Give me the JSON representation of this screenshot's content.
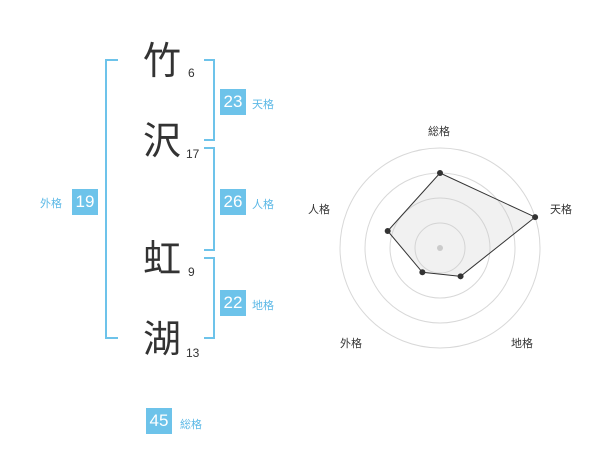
{
  "name": {
    "chars": [
      {
        "char": "竹",
        "strokes": "6"
      },
      {
        "char": "沢",
        "strokes": "17"
      },
      {
        "char": "虹",
        "strokes": "9"
      },
      {
        "char": "湖",
        "strokes": "13"
      }
    ]
  },
  "kaku": {
    "tenkaku": {
      "value": "23",
      "label": "天格"
    },
    "jinkaku": {
      "value": "26",
      "label": "人格"
    },
    "chikaku": {
      "value": "22",
      "label": "地格"
    },
    "gaikaku": {
      "value": "19",
      "label": "外格"
    },
    "soukaku": {
      "value": "45",
      "label": "総格"
    }
  },
  "colors": {
    "accent": "#6dc3ea",
    "bracket": "#6dc3ea"
  },
  "chart_data": {
    "type": "radar",
    "axes": [
      "総格",
      "天格",
      "地格",
      "外格",
      "人格"
    ],
    "values": [
      0.75,
      1.0,
      0.35,
      0.3,
      0.55
    ],
    "range": [
      0,
      1
    ],
    "rings": 4
  }
}
